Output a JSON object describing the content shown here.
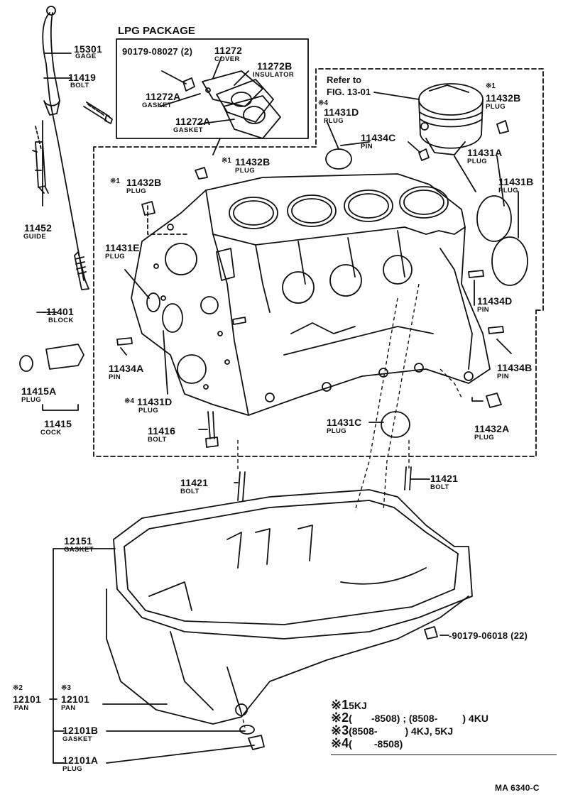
{
  "lpg_title": "LPG PACKAGE",
  "refer_text": {
    "line1": "Refer to",
    "line2": "FIG. 13-01"
  },
  "parts": {
    "p15301": {
      "num": "15301",
      "name": "GAGE"
    },
    "p11419": {
      "num": "11419",
      "name": "BOLT"
    },
    "p11452": {
      "num": "11452",
      "name": "GUIDE"
    },
    "p11401": {
      "num": "-11401",
      "name": "BLOCK"
    },
    "p11415a": {
      "num": "11415A",
      "name": "PLUG"
    },
    "p11415": {
      "num": "11415",
      "name": "COCK"
    },
    "p11431e": {
      "num": "11431E",
      "name": "PLUG"
    },
    "p11434a": {
      "num": "11434A",
      "name": "PIN"
    },
    "p11431d_l": {
      "star": "※4",
      "num": "11431D",
      "name": "PLUG"
    },
    "p11416": {
      "num": "11416",
      "name": "BOLT"
    },
    "p11432b_l": {
      "star": "※1",
      "num": "11432B",
      "name": "PLUG"
    },
    "p11432b_c": {
      "star": "※1",
      "num": "11432B",
      "name": "PLUG"
    },
    "p11432b_r": {
      "star": "※1",
      "num": "11432B",
      "name": "PLUG"
    },
    "p11431d_t": {
      "star": "※4",
      "num": "11431D",
      "name": "PLUG"
    },
    "p11434c": {
      "num": "11434C",
      "name": "PIN"
    },
    "p11431a": {
      "num": "11431A",
      "name": "PLUG"
    },
    "p11431b": {
      "num": "11431B",
      "name": "PLUG"
    },
    "p11434d": {
      "num": "11434D",
      "name": "PIN"
    },
    "p11434b": {
      "num": "11434B",
      "name": "PIN"
    },
    "p11432a": {
      "num": "11432A",
      "name": "PLUG"
    },
    "p11431c": {
      "num": "11431C",
      "name": "PLUG"
    },
    "p11421_l": {
      "num": "11421",
      "name": "BOLT"
    },
    "p11421_r": {
      "num": "11421",
      "name": "BOLT"
    },
    "p90179_08027": {
      "num": "90179-08027 (2)"
    },
    "p11272": {
      "num": "11272",
      "name": "COVER"
    },
    "p11272b": {
      "num": "11272B",
      "name": "INSULATOR"
    },
    "p11272a_1": {
      "num": "11272A",
      "name": "GASKET"
    },
    "p11272a_2": {
      "num": "11272A",
      "name": "GASKET"
    },
    "p12151": {
      "num": "12151",
      "name": "GASKET"
    },
    "p12101_2": {
      "star": "※2",
      "num": "12101",
      "name": "PAN"
    },
    "p12101_3": {
      "star": "※3",
      "num": "12101",
      "name": "PAN"
    },
    "p12101b": {
      "num": "12101B",
      "name": "GASKET"
    },
    "p12101a": {
      "num": "12101A",
      "name": "PLUG"
    },
    "p90179_06018": {
      "num": "-90179-06018 (22)"
    }
  },
  "notes": [
    {
      "mark": "※1",
      "text": "5KJ"
    },
    {
      "mark": "※2",
      "text": "(       -8508) ; (8508-         ) 4KU"
    },
    {
      "mark": "※3",
      "text": "(8508-          ) 4KJ, 5KJ"
    },
    {
      "mark": "※4",
      "text": "(        -8508)"
    }
  ],
  "figure_code": "MA 6340-C"
}
